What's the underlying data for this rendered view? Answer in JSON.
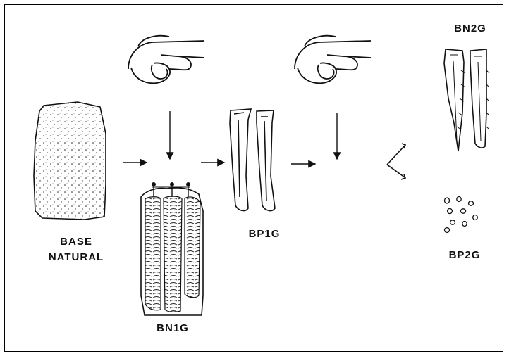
{
  "labels": {
    "base": "BASE",
    "natural": "NATURAL",
    "bn1g": "BN1G",
    "bp1g": "BP1G",
    "bn2g": "BN2G",
    "bp2g": "BP2G"
  },
  "colors": {
    "ink": "#111111",
    "paper": "#ffffff"
  },
  "icons": [
    "hand-icon",
    "hand-icon",
    "arrow-right-icon",
    "arrow-down-icon",
    "branch-arrow-icon"
  ]
}
